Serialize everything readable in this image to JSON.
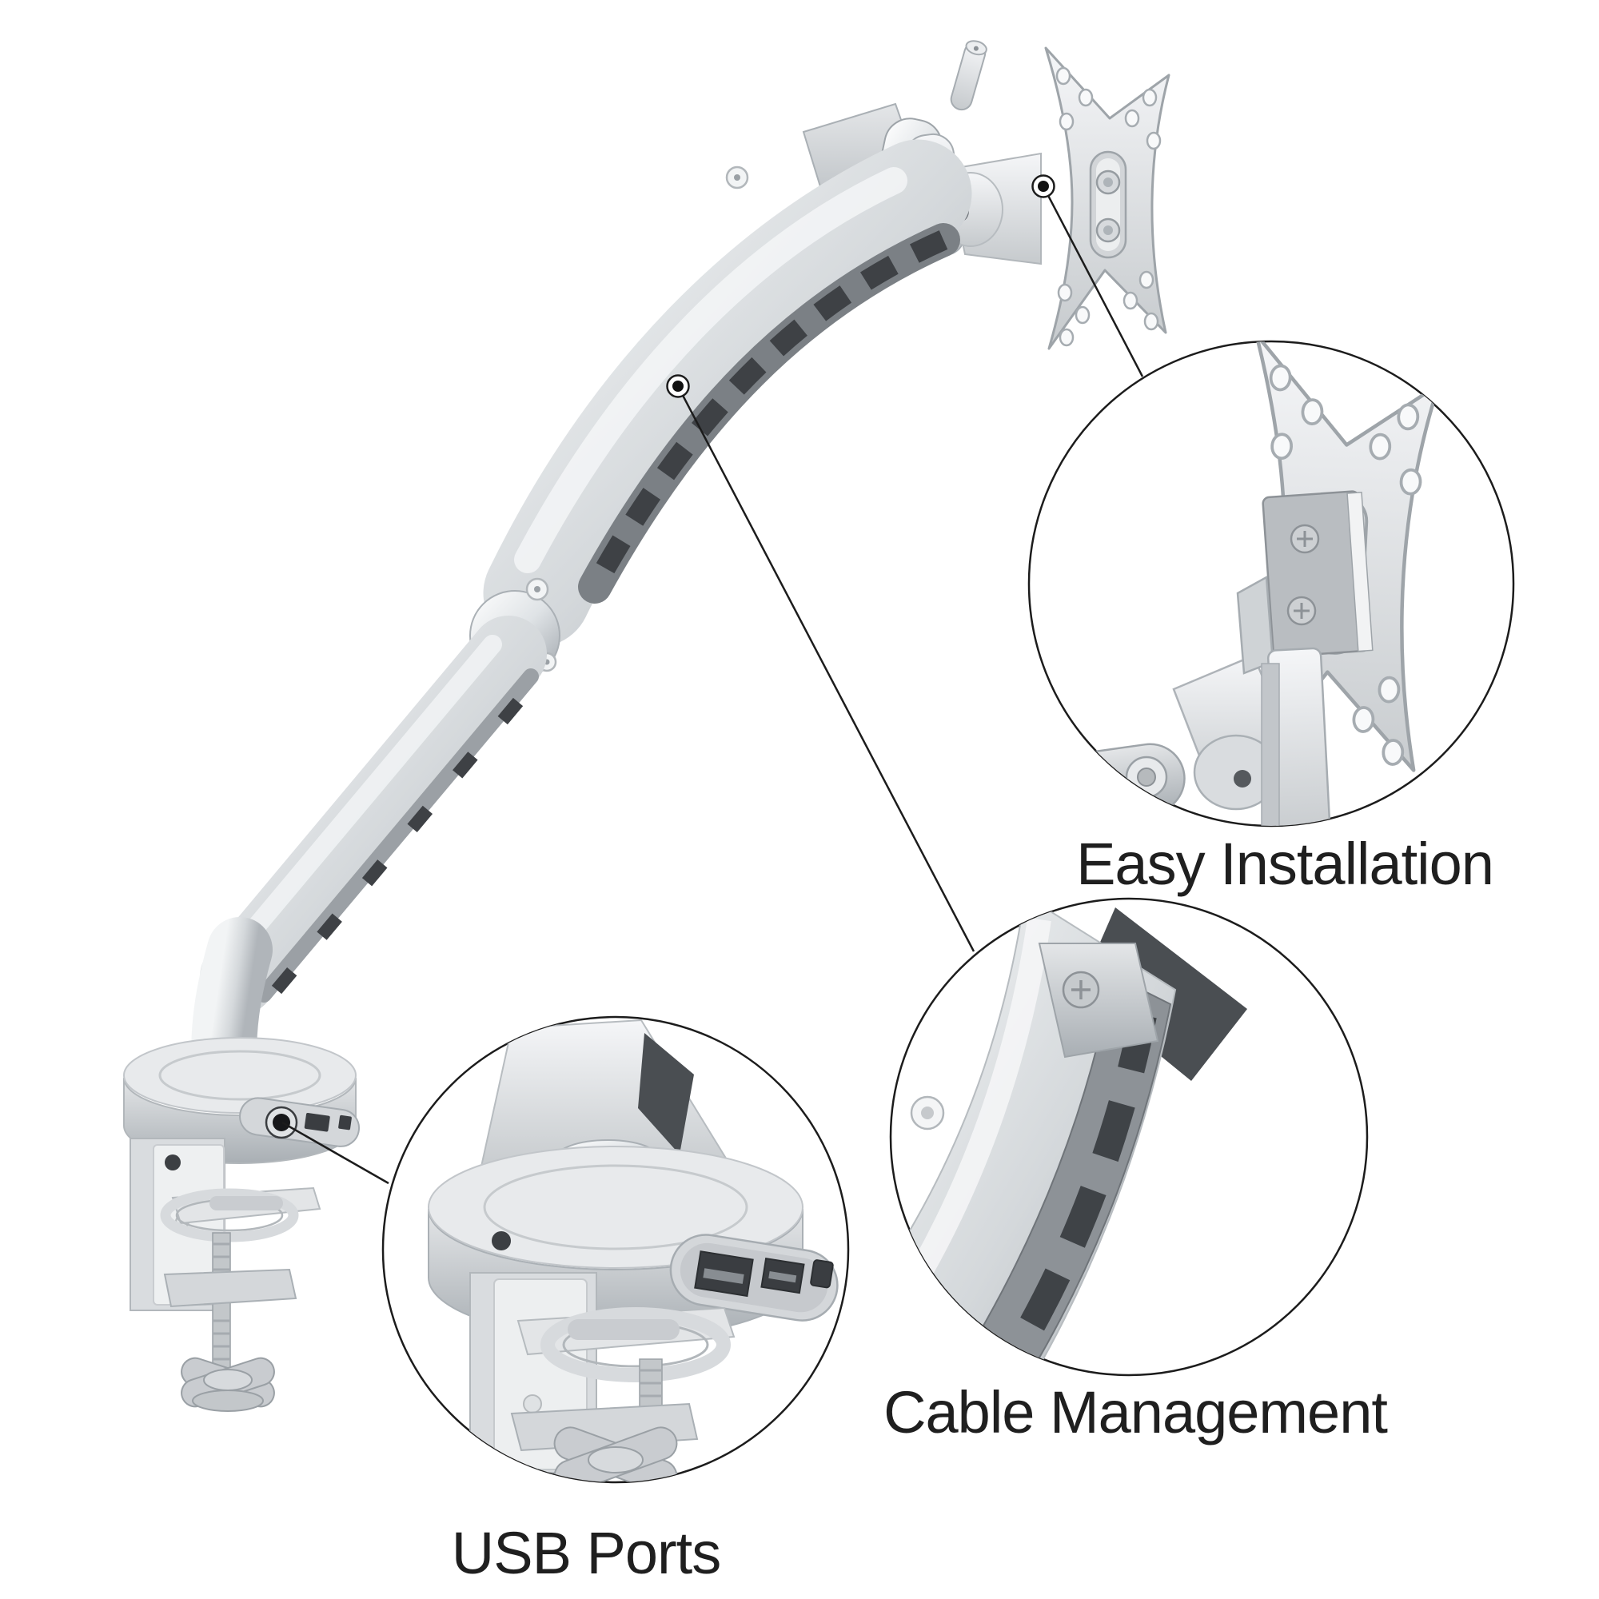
{
  "background": "#ffffff",
  "colors": {
    "outline": "#1c1c1c",
    "text": "#1f1f1f",
    "silver_light": "#f4f5f7",
    "silver_mid": "#d9dcdf",
    "silver_dark": "#aab0b6",
    "channel_gray": "#7b8085",
    "slot_dark": "#3e4145"
  },
  "product": {
    "name": "gas spring desk mount monitor arm",
    "parts": [
      "vesa-plate",
      "gas-spring-arm",
      "cable-channel",
      "elbow-joint",
      "desk-clamp-base",
      "usb-hub",
      "clamp-screw"
    ]
  },
  "callouts": [
    {
      "id": "easy-installation",
      "label": "Easy Installation"
    },
    {
      "id": "cable-management",
      "label": "Cable Management"
    },
    {
      "id": "usb-ports",
      "label": "USB Ports"
    }
  ]
}
